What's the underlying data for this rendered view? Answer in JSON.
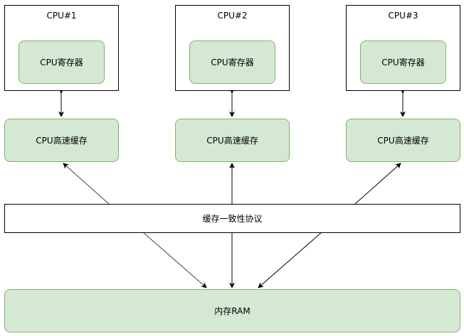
{
  "cpus": [
    {
      "title": "CPU#1",
      "register": "CPU寄存器",
      "cache": "CPU高速缓存"
    },
    {
      "title": "CPU#2",
      "register": "CPU寄存器",
      "cache": "CPU高速缓存"
    },
    {
      "title": "CPU#3",
      "register": "CPU寄存器",
      "cache": "CPU高速缓存"
    }
  ],
  "protocol": {
    "label": "缓存一致性协议"
  },
  "memory": {
    "label": "内存RAM"
  },
  "colors": {
    "fill_green": "#d5e8d4",
    "stroke_green": "#82b366",
    "line": "#000000"
  }
}
